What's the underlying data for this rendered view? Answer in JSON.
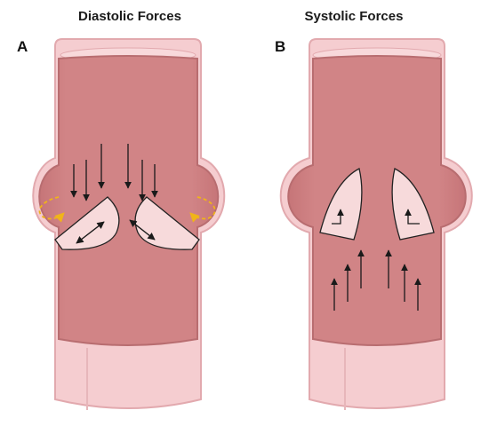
{
  "panels": [
    {
      "letter": "A",
      "title": "Diastolic Forces"
    },
    {
      "letter": "B",
      "title": "Systolic Forces"
    }
  ],
  "colors": {
    "vessel_wall": "#f5cdd0",
    "vessel_wall_stroke": "#e2a9ae",
    "lumen": "#d18486",
    "lumen_stroke": "#b86d70",
    "leaflet_fill": "#f7dadb",
    "leaflet_stroke": "#222222",
    "flow_arrow": "#1a1a1a",
    "vortex_arrow": "#f0b419"
  },
  "icons": [
    "flow-arrow-icon",
    "vortex-arrow-icon",
    "leaflet-stress-arrow-icon"
  ]
}
